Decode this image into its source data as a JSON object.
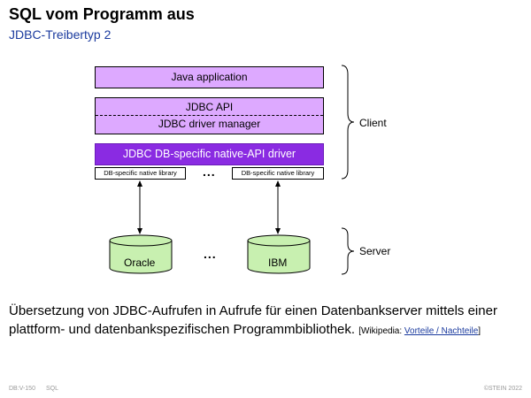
{
  "header": {
    "title": "SQL vom Programm aus",
    "subtitle": "JDBC-Treibertyp 2"
  },
  "diagram": {
    "java_application": "Java application",
    "jdbc_api": "JDBC API",
    "driver_manager": "JDBC driver manager",
    "native_driver": "JDBC DB-specific native-API driver",
    "native_library_left": "DB-specific native library",
    "native_library_right": "DB-specific native library",
    "library_ellipsis": "...",
    "db_left": "Oracle",
    "db_right": "IBM",
    "db_ellipsis": "...",
    "client_label": "Client",
    "server_label": "Server"
  },
  "description": {
    "text": "Übersetzung von JDBC-Aufrufen in Aufrufe für einen Datenbankserver mittels einer plattform- und datenbankspezifischen Programmbibliothek.",
    "wiki_prefix": "[Wikipedia:",
    "wiki_link": "Vorteile / Nachteile",
    "wiki_suffix": "]"
  },
  "footer": {
    "left_id": "DB:V-150",
    "left_topic": "SQL",
    "right": "©STEIN 2022"
  },
  "colors": {
    "box_light": "#dda9ff",
    "box_dark": "#8a2be2",
    "db_fill": "#c8f0b0"
  }
}
